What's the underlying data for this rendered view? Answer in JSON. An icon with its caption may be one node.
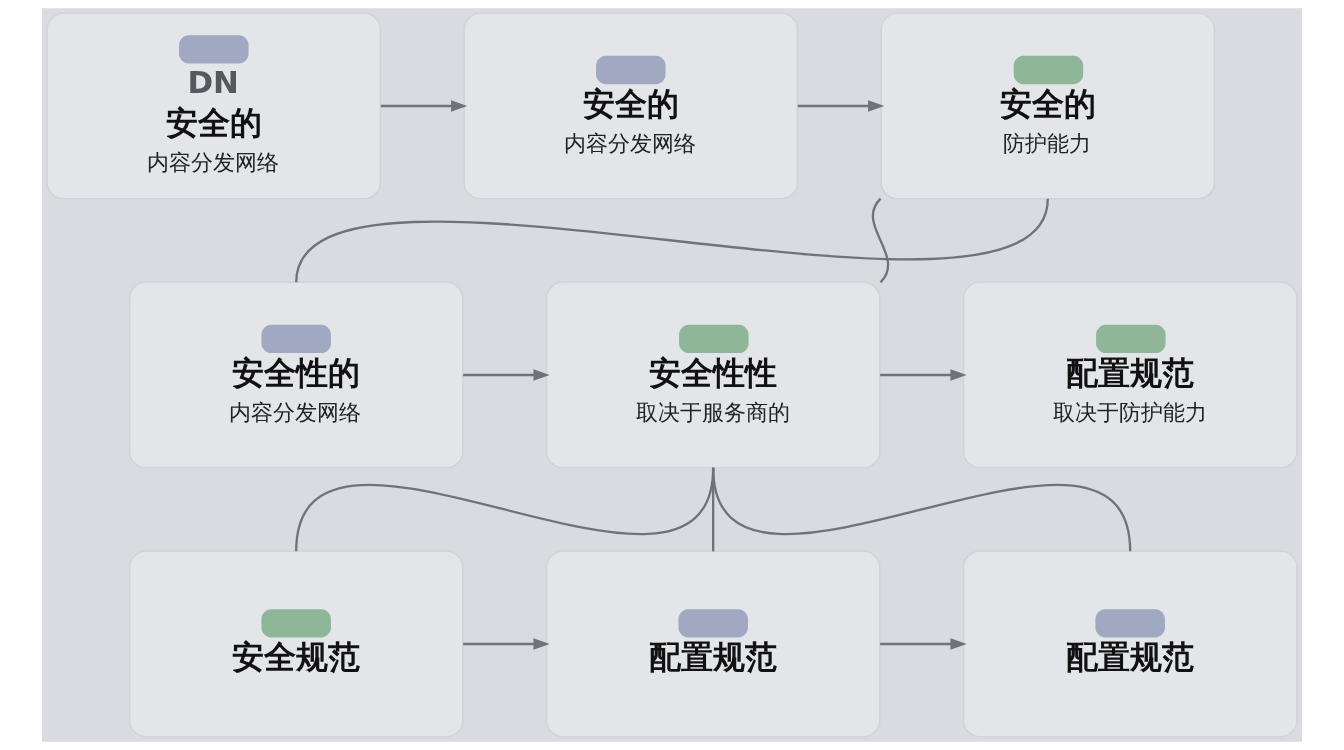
{
  "diagram": {
    "nodes": [
      {
        "text": [
          "DN",
          "安全的",
          "内容分发网络"
        ]
      },
      {
        "text": [
          "安全的",
          "内容分发网络"
        ]
      },
      {
        "text": [
          "安全的",
          "防护能力"
        ]
      },
      {
        "text": [
          "安全性的",
          "内容分发网络"
        ]
      },
      {
        "text": [
          "安全性性",
          "取决于服务商的"
        ]
      },
      {
        "text": [
          "配置规范",
          "取决于防护能力"
        ]
      },
      {
        "text": [
          "安全规范"
        ]
      },
      {
        "text": [
          "配置规范"
        ]
      },
      {
        "text": [
          "配置规范"
        ]
      }
    ],
    "edges": [
      {
        "from": 0,
        "to": 1,
        "arrow": "to"
      },
      {
        "from": 1,
        "to": 2,
        "arrow": "to"
      },
      {
        "from": 2,
        "to": 3,
        "arrow": "none"
      },
      {
        "from": 2,
        "to": 4,
        "arrow": "none"
      },
      {
        "from": 3,
        "to": 4,
        "arrow": "to"
      },
      {
        "from": 4,
        "to": 5,
        "arrow": "to"
      },
      {
        "from": 4,
        "to": 6,
        "arrow": "none"
      },
      {
        "from": 4,
        "to": 7,
        "arrow": "none"
      },
      {
        "from": 4,
        "to": 8,
        "arrow": "none"
      },
      {
        "from": 6,
        "to": 7,
        "arrow": "to"
      },
      {
        "from": 7,
        "to": 8,
        "arrow": "to"
      }
    ]
  }
}
